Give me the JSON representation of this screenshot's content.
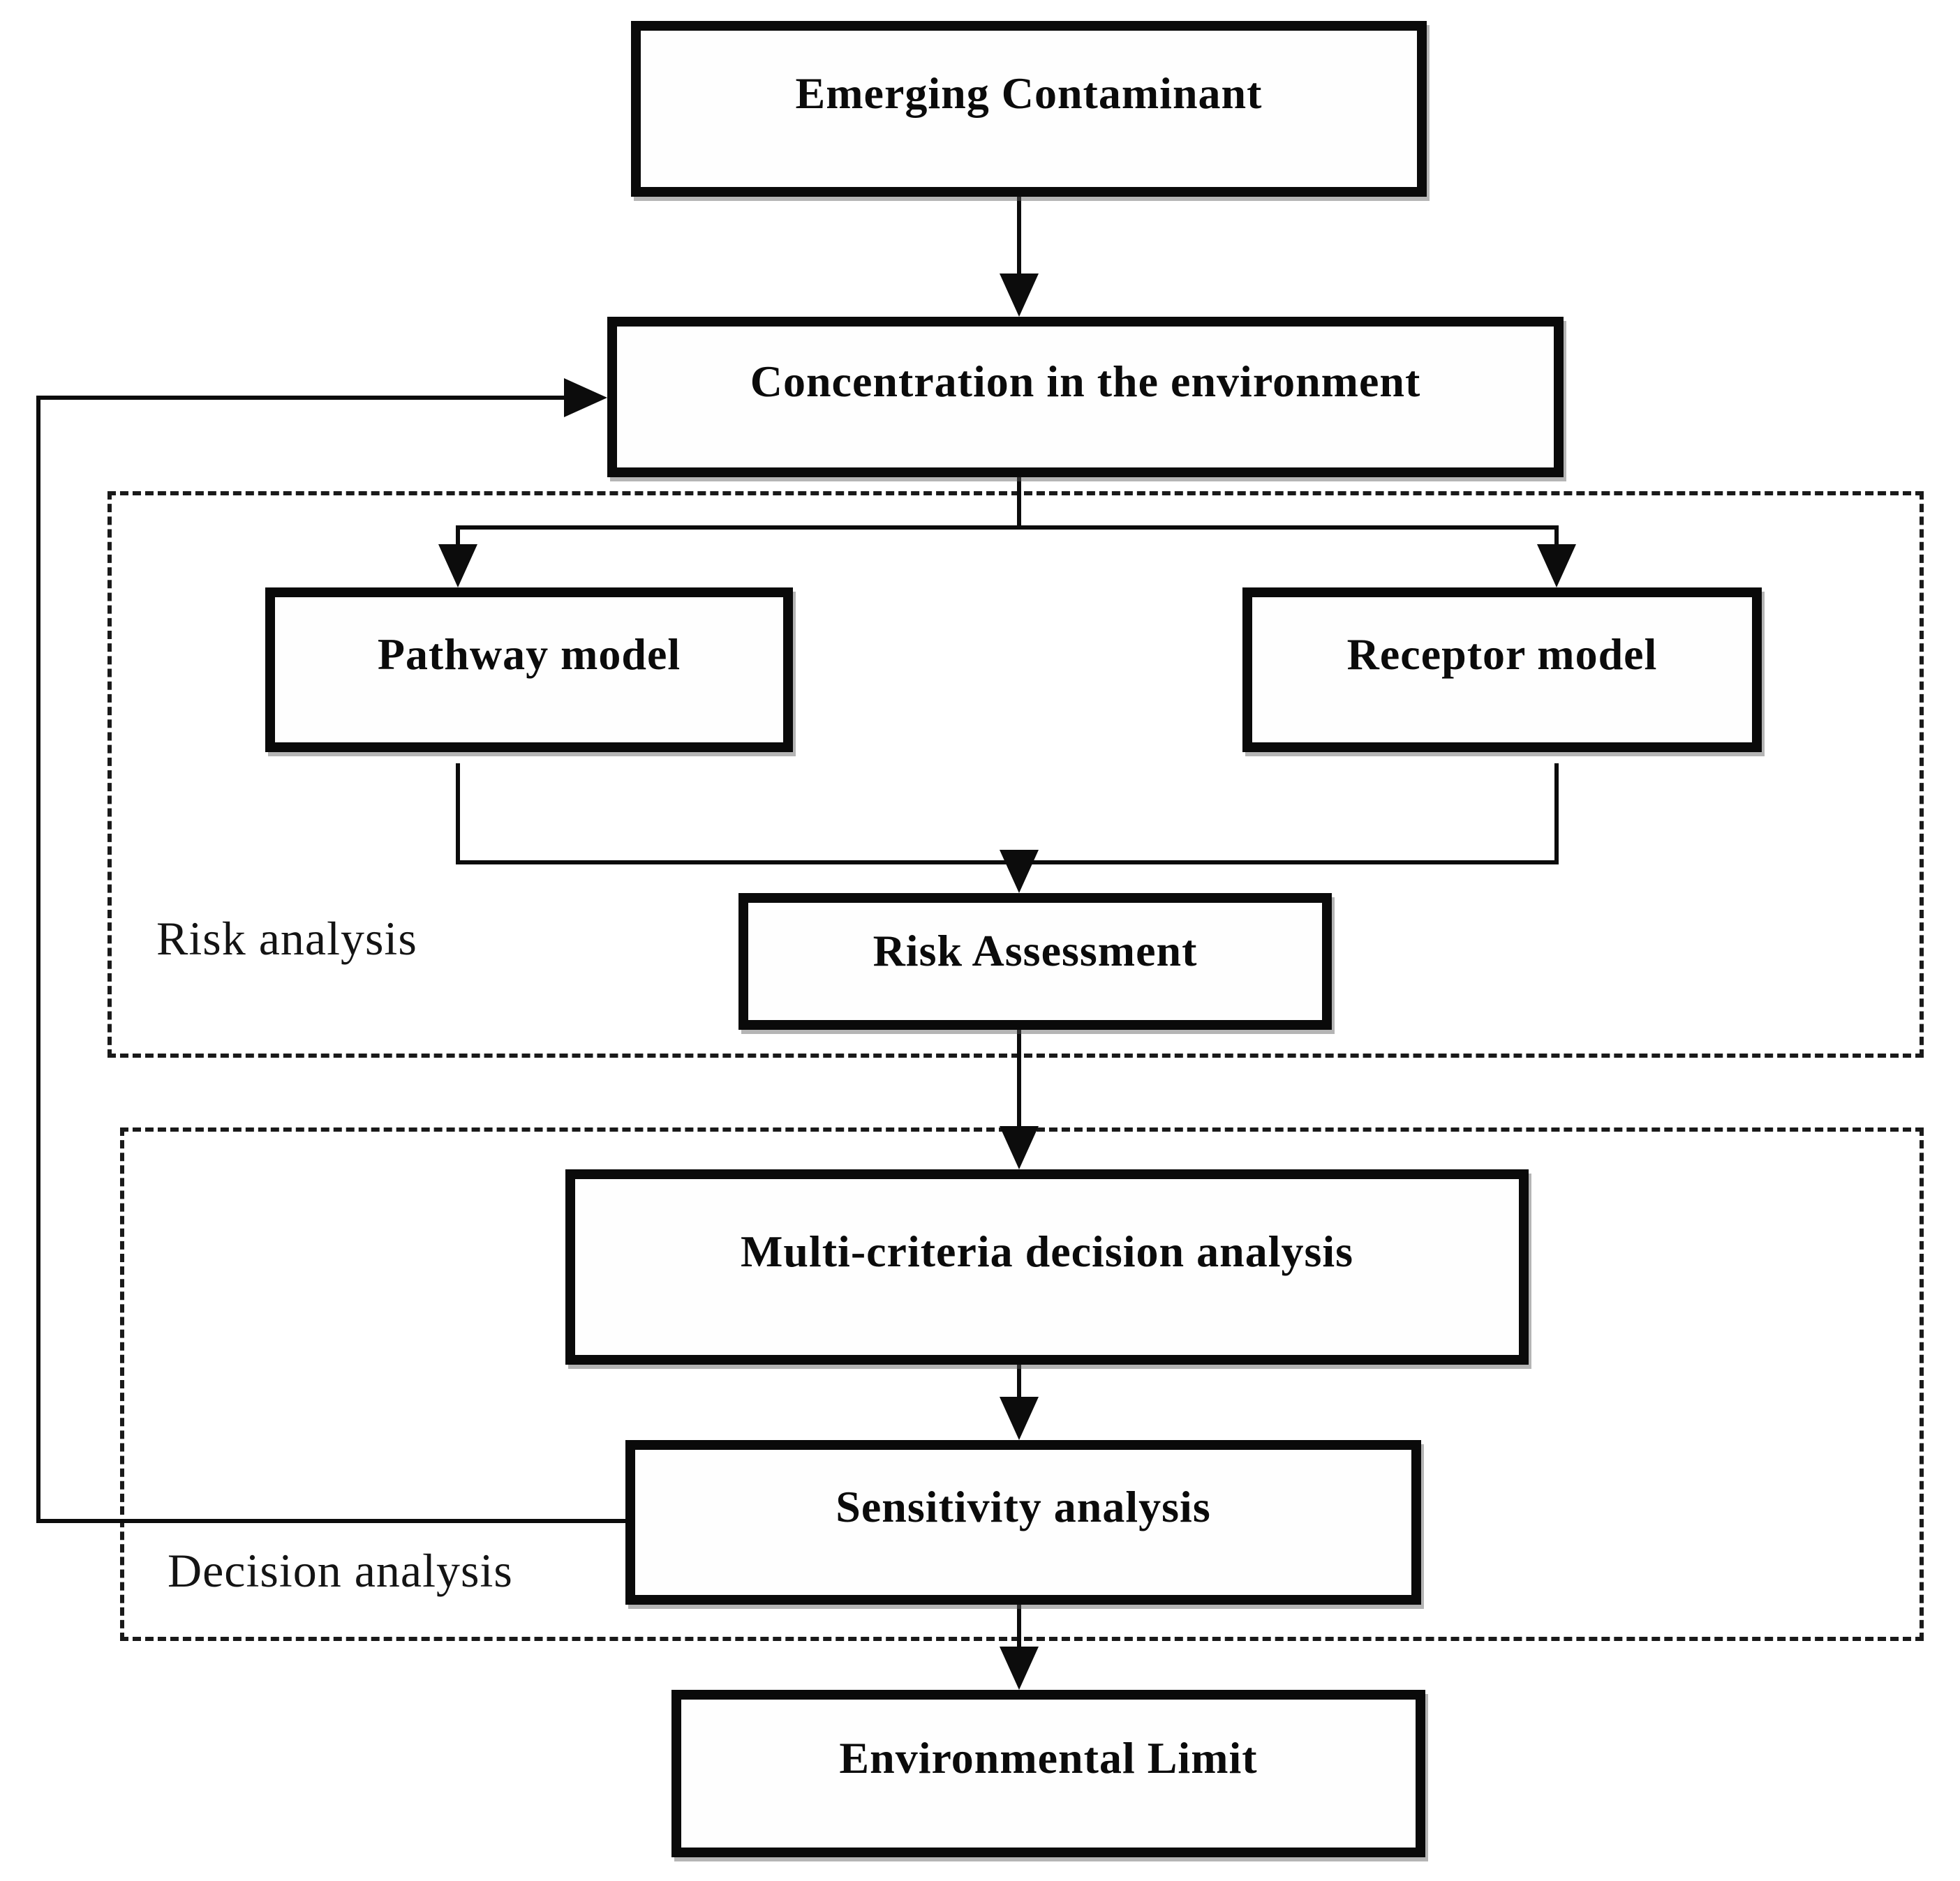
{
  "diagram": {
    "type": "flowchart",
    "title": "Emerging contaminant risk analysis and decision analysis flowchart",
    "nodes": {
      "emerging_contaminant": {
        "label": "Emerging Contaminant"
      },
      "concentration": {
        "label": "Concentration in the environment"
      },
      "pathway_model": {
        "label": "Pathway model"
      },
      "receptor_model": {
        "label": "Receptor model"
      },
      "risk_assessment": {
        "label": "Risk Assessment"
      },
      "multi_criteria": {
        "label": "Multi-criteria decision analysis"
      },
      "sensitivity": {
        "label": "Sensitivity analysis"
      },
      "environmental_limit": {
        "label": "Environmental Limit"
      }
    },
    "groups": {
      "risk_analysis": {
        "label": "Risk analysis"
      },
      "decision_analysis": {
        "label": "Decision analysis"
      }
    },
    "edges": [
      {
        "from": "emerging_contaminant",
        "to": "concentration",
        "type": "arrow"
      },
      {
        "from": "concentration",
        "to": "pathway_model",
        "type": "arrow"
      },
      {
        "from": "concentration",
        "to": "receptor_model",
        "type": "arrow"
      },
      {
        "from": "pathway_model",
        "to": "risk_assessment",
        "type": "arrow"
      },
      {
        "from": "receptor_model",
        "to": "risk_assessment",
        "type": "arrow"
      },
      {
        "from": "risk_assessment",
        "to": "multi_criteria",
        "type": "arrow"
      },
      {
        "from": "multi_criteria",
        "to": "sensitivity",
        "type": "arrow"
      },
      {
        "from": "sensitivity",
        "to": "environmental_limit",
        "type": "arrow"
      },
      {
        "from": "sensitivity",
        "to": "concentration",
        "type": "feedback-arrow"
      }
    ],
    "colors": {
      "background": "#ffffff",
      "line": "#0c0c0c",
      "box_border": "#0a0a0a",
      "text": "#0b0b0b"
    }
  }
}
